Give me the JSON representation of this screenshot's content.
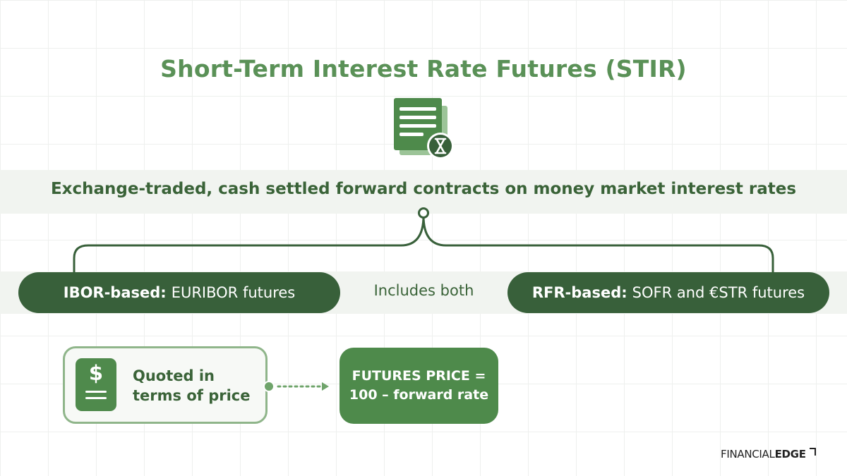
{
  "title": "Short-Term Interest Rate Futures (STIR)",
  "subtitle": "Exchange-traded, cash settled forward contracts on money market interest rates",
  "left_pill": {
    "bold": "IBOR-based:",
    "rest": "EURIBOR futures"
  },
  "middle_label": "Includes both",
  "right_pill": {
    "bold": "RFR-based:",
    "rest": "SOFR and €STR futures"
  },
  "quote": {
    "line1": "Quoted in",
    "line2": "terms of price",
    "icon": "dollar-icon"
  },
  "price_formula": {
    "line1": "FUTURES PRICE =",
    "line2": "100 – forward rate"
  },
  "logo": {
    "part1": "FINANCIAL",
    "part2": "EDGE"
  },
  "colors": {
    "title_green": "#5a9157",
    "dark_green": "#38603a",
    "mid_green": "#4e8a4b",
    "light_green_border": "#8fb58a",
    "band_bg": "#f1f4f0"
  }
}
